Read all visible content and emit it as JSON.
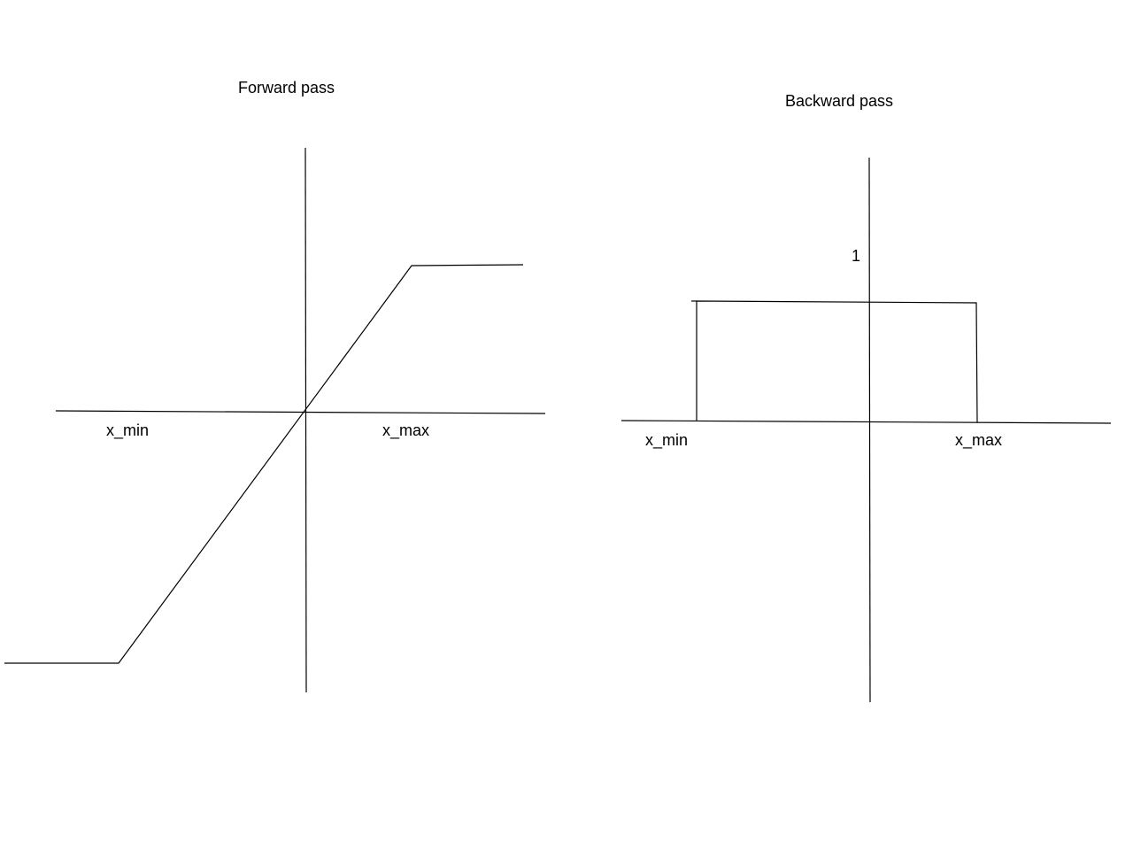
{
  "forward": {
    "title": "Forward pass",
    "x_min_label": "x_min",
    "x_max_label": "x_max"
  },
  "backward": {
    "title": "Backward pass",
    "y_label": "1",
    "x_min_label": "x_min",
    "x_max_label": "x_max"
  }
}
